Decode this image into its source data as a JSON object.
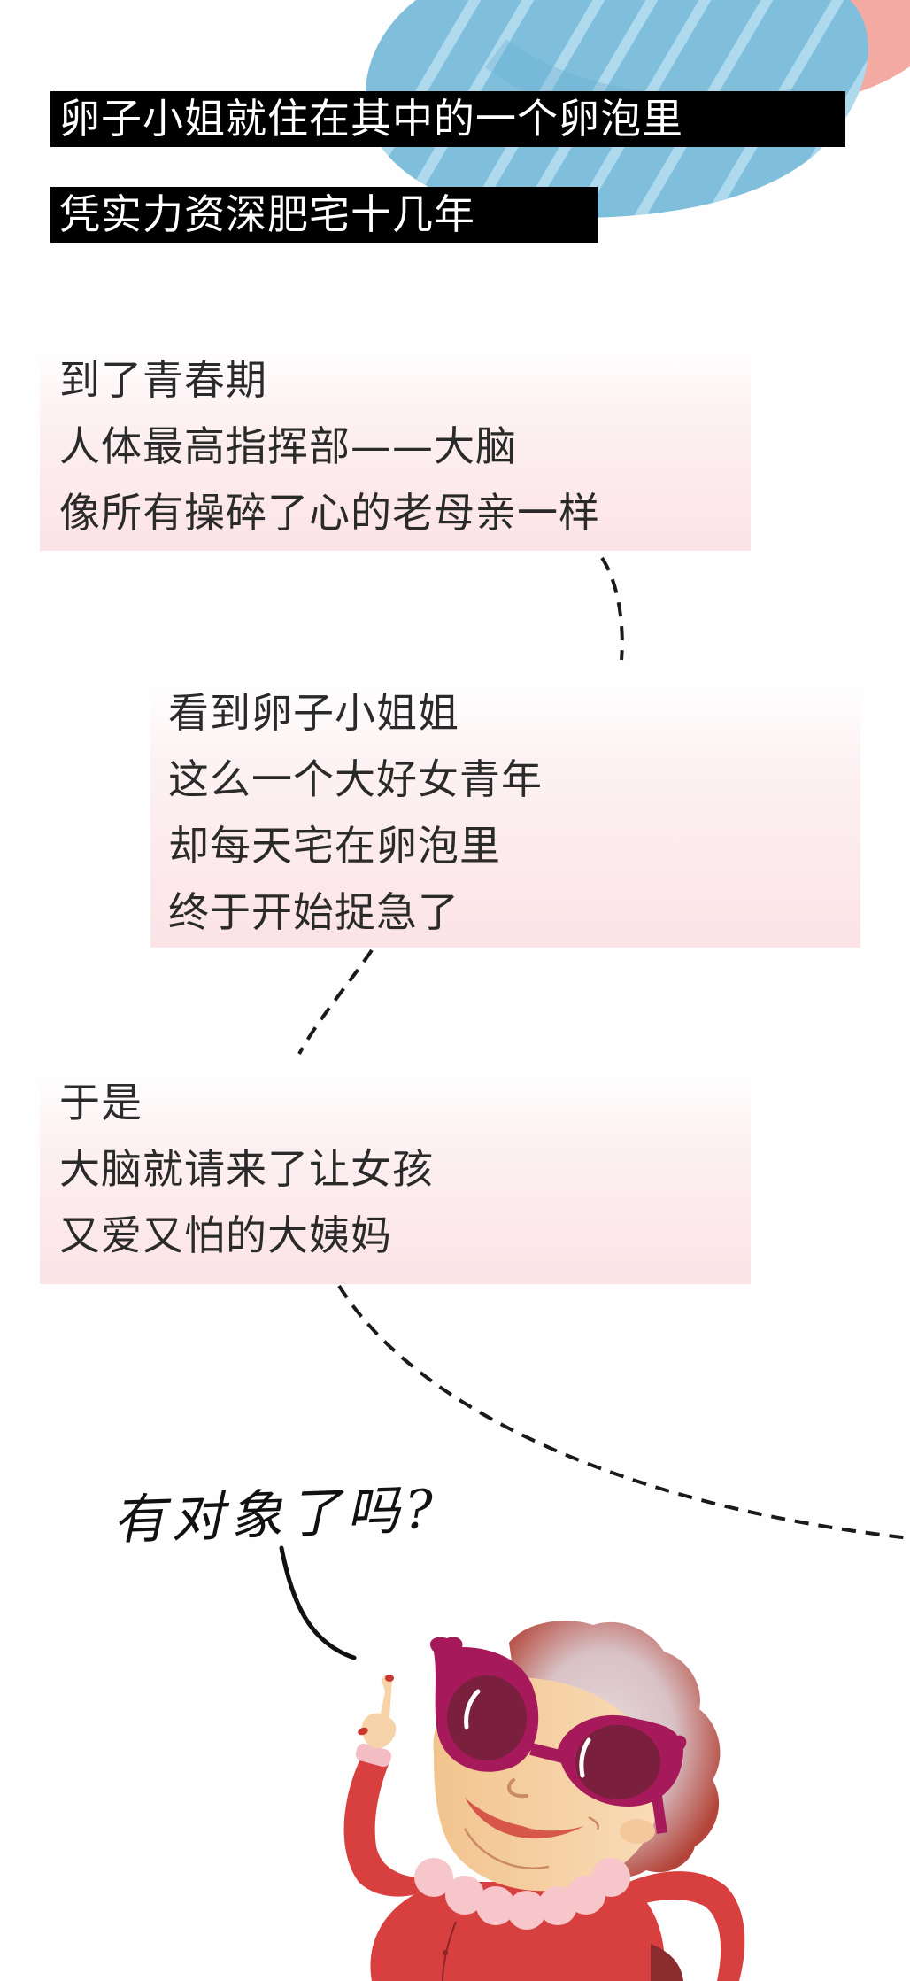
{
  "header": {
    "title_line_1": "卵子小姐就住在其中的一个卵泡里",
    "title_line_2": "凭实力资深肥宅十几年"
  },
  "blocks": [
    {
      "lines": [
        "到了青春期",
        "人体最高指挥部——大脑",
        "像所有操碎了心的老母亲一样"
      ]
    },
    {
      "lines": [
        "看到卵子小姐姐",
        "这么一个大好女青年",
        "却每天宅在卵泡里",
        "终于开始捉急了"
      ]
    },
    {
      "lines": [
        "于是",
        "大脑就请来了让女孩",
        "又爱又怕的大姨妈"
      ]
    }
  ],
  "speech_bubble": {
    "text": "有对象了吗?"
  },
  "illustration": {
    "character": "grandma-aunt-flo",
    "description": "elderly woman with curly hair, magenta cat-eye sunglasses, red sweater, pink collar, pointing finger up"
  },
  "colors": {
    "title_bar_bg": "#000000",
    "title_text": "#ffffff",
    "body_text": "#2a2a2a",
    "pink_box_bottom": "#fbe3e6",
    "blue_shape": "#7fbfdc",
    "blue_stripe": "#b5dcee",
    "pink_shape": "#f3aaa3",
    "sweater_red": "#d7403f",
    "glasses_magenta": "#a6195a",
    "lens": "#7a1f3d",
    "skin": "#f6d3a8",
    "hair_outer": "#b9463a",
    "hair_inner": "#e3d5d8",
    "collar_pink": "#f7c6cb"
  }
}
